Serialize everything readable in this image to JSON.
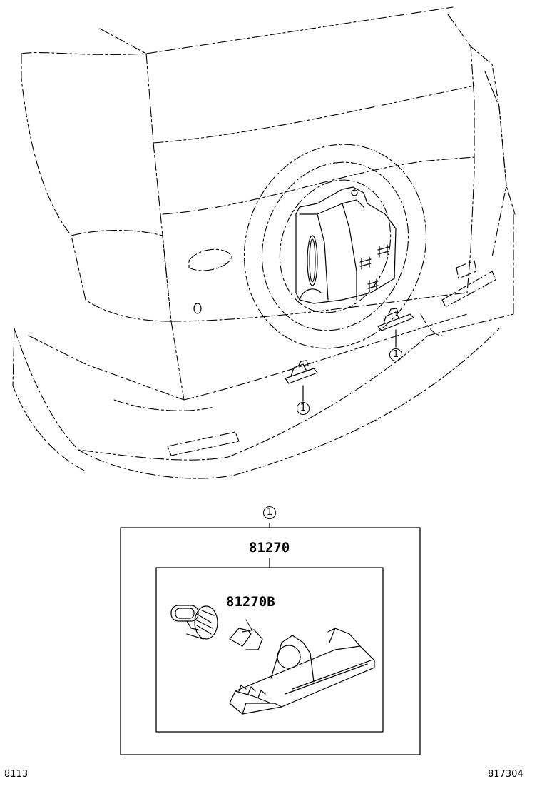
{
  "parts": {
    "assembly_number": "81270",
    "bulb_number": "81270B"
  },
  "callouts": {
    "marker_symbol": "1"
  },
  "footer": {
    "left_code": "8113",
    "right_code": "817304"
  }
}
